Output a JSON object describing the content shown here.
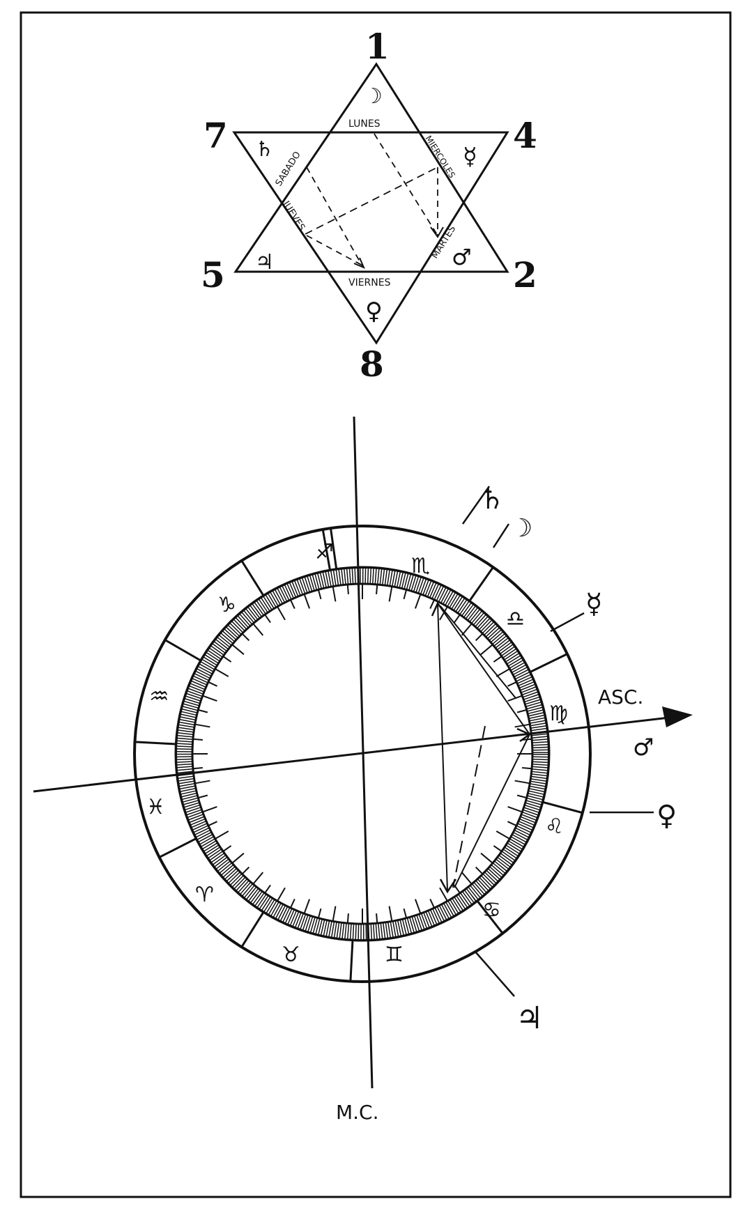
{
  "hexagram": {
    "vertex_numbers": {
      "top": "1",
      "upper_left": "7",
      "upper_right": "4",
      "lower_left": "5",
      "lower_right": "2",
      "bottom": "8"
    },
    "days": {
      "top": "LUNES",
      "upper_left": "SABADO",
      "upper_right": "MIERCOLES",
      "lower_left": "JUEVES",
      "lower_right": "MARTES",
      "bottom": "VIERNES"
    },
    "planet_symbols": {
      "top": "☽",
      "upper_left": "♄",
      "upper_right": "☿",
      "lower_left": "♃",
      "lower_right": "♂",
      "bottom": "♀"
    }
  },
  "chart": {
    "labels": {
      "asc": "ASC.",
      "mc": "M.C."
    },
    "zodiac_signs": [
      "♐",
      "♑",
      "♒",
      "♓",
      "♈",
      "♉",
      "♊",
      "♋",
      "♌",
      "♍",
      "♎",
      "♏"
    ],
    "outer_planets": {
      "saturn": "♄",
      "moon": "☽",
      "mercury": "☿",
      "mars": "♂",
      "venus": "♀",
      "jupiter": "♃"
    }
  }
}
